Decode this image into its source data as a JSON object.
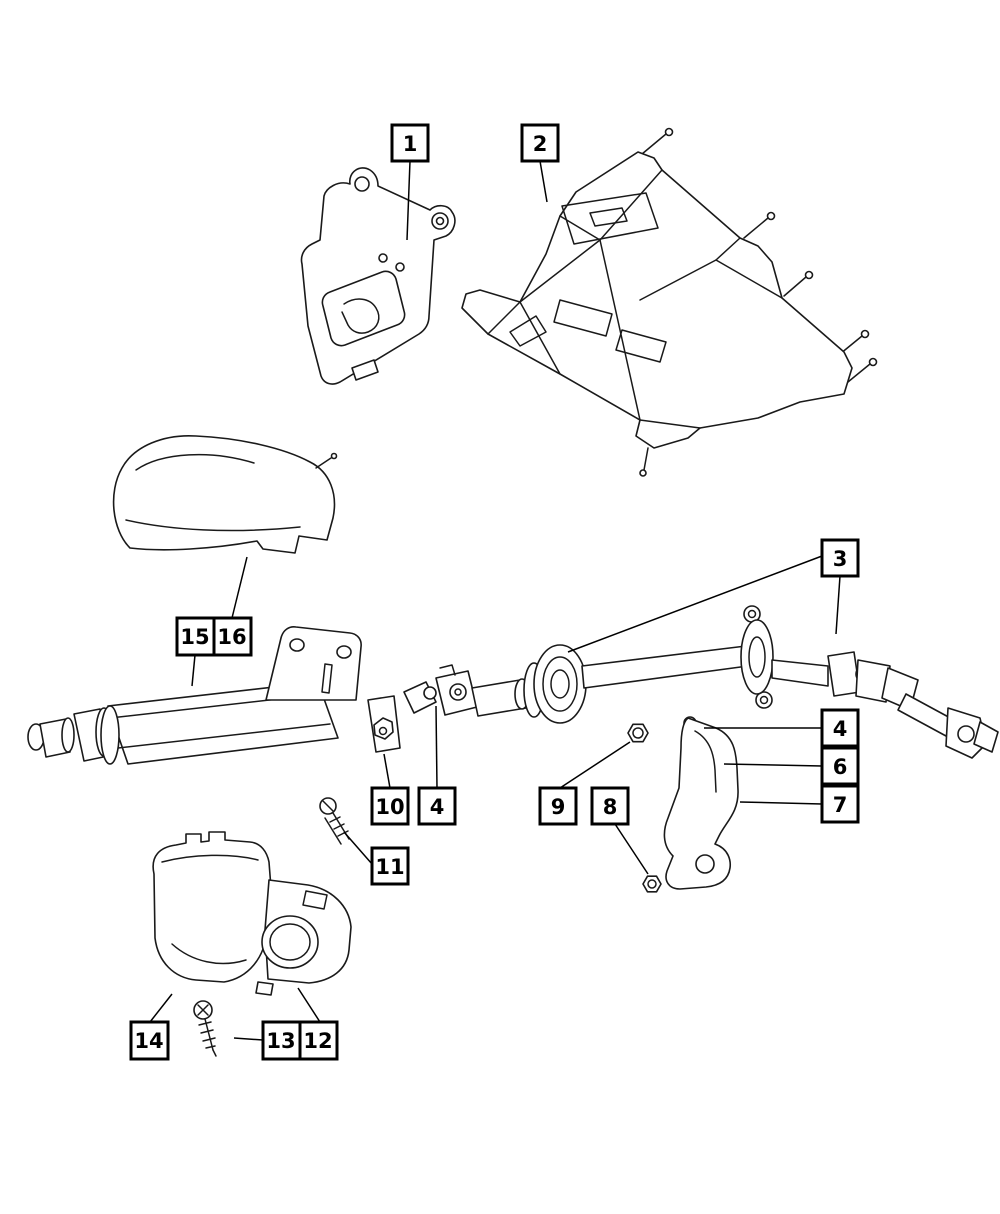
{
  "diagram": {
    "description": "Exploded parts diagram of a steering column assembly with numbered callouts",
    "colors": {
      "background": "#ffffff",
      "line": "#1a1a1a",
      "callout_border": "#000000",
      "callout_fill": "#ffffff",
      "callout_text": "#000000"
    },
    "callouts": {
      "c1": {
        "label": "1"
      },
      "c2": {
        "label": "2"
      },
      "c3": {
        "label": "3"
      },
      "c4r": {
        "label": "4"
      },
      "c6": {
        "label": "6"
      },
      "c7": {
        "label": "7"
      },
      "c10": {
        "label": "10"
      },
      "c4m": {
        "label": "4"
      },
      "c9": {
        "label": "9"
      },
      "c8": {
        "label": "8"
      },
      "c11": {
        "label": "11"
      },
      "c14": {
        "label": "14"
      },
      "c13": {
        "label": "13"
      },
      "c12": {
        "label": "12"
      },
      "c15": {
        "label": "15"
      },
      "c16": {
        "label": "16"
      }
    }
  }
}
